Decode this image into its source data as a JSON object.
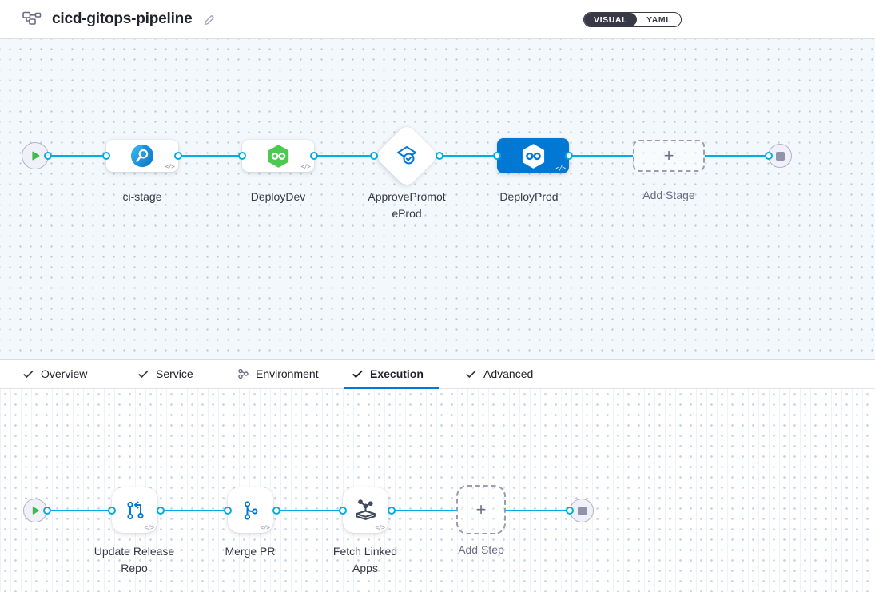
{
  "colors": {
    "accent": "#0278d5",
    "connector": "#00ade4",
    "success_green": "#42ba4b",
    "toggle_dark": "#383946",
    "canvas_tint": "#f3f8fc"
  },
  "header": {
    "title": "cicd-gitops-pipeline",
    "view_toggle": {
      "visual": "VISUAL",
      "yaml": "YAML"
    }
  },
  "stage_canvas": {
    "stages": [
      {
        "label": "ci-stage",
        "type": "ci-build"
      },
      {
        "label": "DeployDev",
        "type": "cd-deploy"
      },
      {
        "label": "ApprovePromot\neProd",
        "type": "approval"
      },
      {
        "label": "DeployProd",
        "type": "cd-deploy",
        "selected": true
      }
    ],
    "add_stage_label": "Add Stage"
  },
  "tabs": [
    {
      "label": "Overview",
      "icon": "check"
    },
    {
      "label": "Service",
      "icon": "check"
    },
    {
      "label": "Environment",
      "icon": "environment"
    },
    {
      "label": "Execution",
      "icon": "check",
      "active": true
    },
    {
      "label": "Advanced",
      "icon": "check"
    }
  ],
  "execution_canvas": {
    "steps": [
      {
        "label": "Update Release\nRepo",
        "type": "update-release-repo"
      },
      {
        "label": "Merge PR",
        "type": "merge-pr"
      },
      {
        "label": "Fetch Linked\nApps",
        "type": "fetch-linked-apps"
      }
    ],
    "add_step_label": "Add Step"
  },
  "glyphs": {
    "code": "</>",
    "plus": "+"
  }
}
